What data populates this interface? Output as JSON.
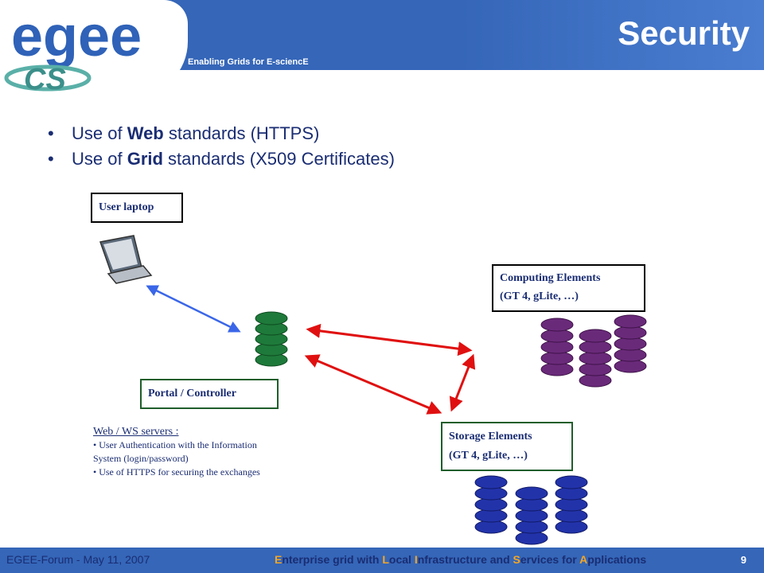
{
  "header": {
    "logo_text": "egee",
    "sublogo_text": "CS",
    "tagline": "Enabling Grids for E-sciencE",
    "title": "Security"
  },
  "bullets": [
    {
      "pre": "Use of ",
      "bold": "Web",
      "post": " standards (HTTPS)"
    },
    {
      "pre": "Use of ",
      "bold": "Grid",
      "post": " standards (X509 Certificates)"
    }
  ],
  "diagram": {
    "user_label": "User laptop",
    "portal_label": "Portal / Controller",
    "computing_line1": "Computing Elements",
    "computing_line2": "(GT 4, gLite, …)",
    "storage_line1": "Storage Elements",
    "storage_line2": "(GT 4, gLite, …)",
    "notes_heading": "Web / WS servers :",
    "notes_line1": "• User Authentication with the Information",
    "notes_line2": "System (login/password)",
    "notes_line3": "• Use of HTTPS for securing the exchanges"
  },
  "footer": {
    "left": "EGEE-Forum - May 11, 2007",
    "segments": [
      {
        "t": "E",
        "hl": true
      },
      {
        "t": "nterprise grid with ",
        "hl": false
      },
      {
        "t": "L",
        "hl": true
      },
      {
        "t": "ocal ",
        "hl": false
      },
      {
        "t": "I",
        "hl": true
      },
      {
        "t": "nfrastructure and ",
        "hl": false
      },
      {
        "t": "S",
        "hl": true
      },
      {
        "t": "ervices for ",
        "hl": false
      },
      {
        "t": "A",
        "hl": true
      },
      {
        "t": "pplications",
        "hl": false
      }
    ],
    "page": "9"
  },
  "colors": {
    "header_blue": "#3566b8",
    "text_navy": "#1a2d73",
    "arrow_red": "#e01010",
    "arrow_blue": "#3a66e8",
    "portal_green": "#1e7a3a",
    "computing_purple": "#6a2a7a",
    "storage_blue": "#2233aa",
    "footer_highlight": "#f5a623"
  },
  "icons": [
    "laptop-icon",
    "server-stack-icon",
    "server-stack-icon"
  ]
}
